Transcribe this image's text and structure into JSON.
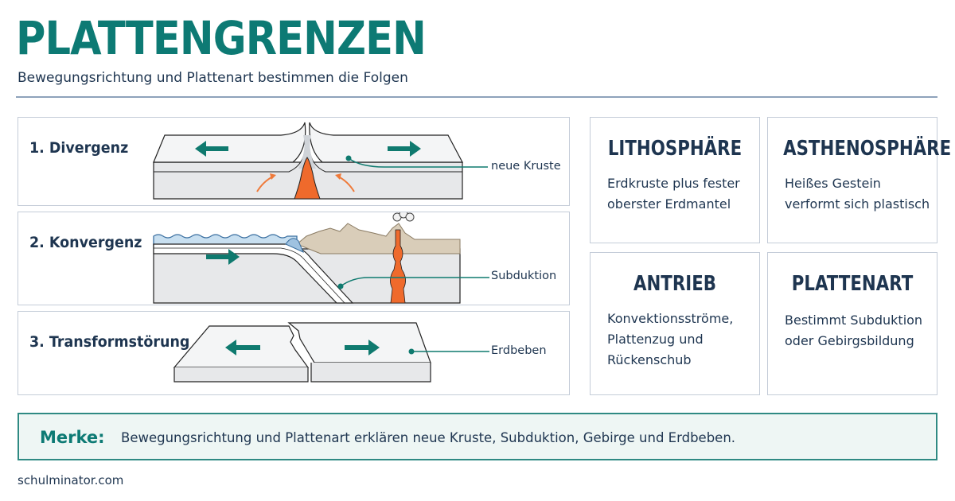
{
  "header": {
    "title": "PLATTENGRENZEN",
    "subtitle": "Bewegungsrichtung und Plattenart bestimmen die Folgen"
  },
  "panels": [
    {
      "label": "1. Divergenz",
      "callout": "neue Kruste"
    },
    {
      "label": "2. Konvergenz",
      "callout": "Subduktion"
    },
    {
      "label": "3. Transformstörung",
      "callout": "Erdbeben"
    }
  ],
  "cards": [
    {
      "title": "LITHOSPHÄRE",
      "lines": [
        "Erdkruste plus fester",
        "oberster Erdmantel"
      ]
    },
    {
      "title": "ASTHENOSPHÄRE",
      "lines": [
        "Heißes Gestein",
        "verformt sich plastisch"
      ]
    },
    {
      "title": "ANTRIEB",
      "lines": [
        "Konvektionsströme,",
        "Plattenzug und",
        "Rückenschub"
      ]
    },
    {
      "title": "PLATTENART",
      "lines": [
        "Bestimmt Subduktion",
        "oder Gebirgsbildung"
      ]
    }
  ],
  "note": {
    "label": "Merke:",
    "text": "Bewegungsrichtung und Plattenart erklären neue Kruste, Subduktion, Gebirge und Erdbeben."
  },
  "footer": "schulminator.com",
  "colors": {
    "accent": "#0d7a74",
    "text": "#1e3550",
    "magma": "#ef6a2c",
    "plate": "#e7e8ea",
    "mountain": "#d9cdb9",
    "water": "#c8dff0"
  }
}
